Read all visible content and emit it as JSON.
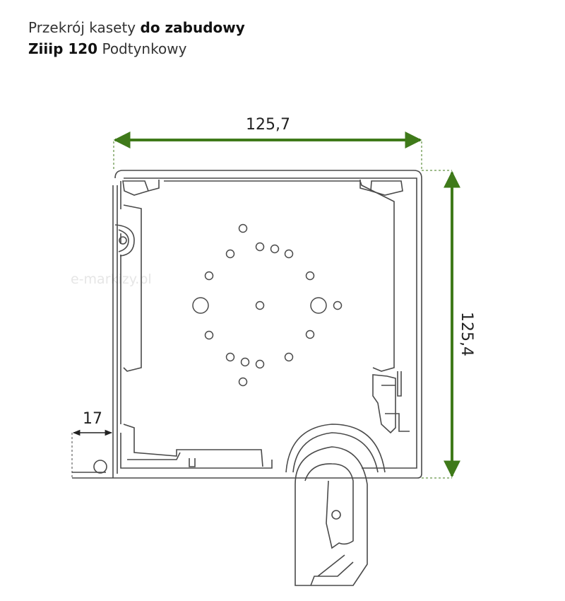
{
  "title": {
    "line1_regular": "Przekrój kasety ",
    "line1_bold": "do zabudowy",
    "line2_bold": "Ziiip 120",
    "line2_regular": " Podtynkowy"
  },
  "dimensions": {
    "width": "125,7",
    "height": "125,4",
    "offset": "17"
  },
  "watermark": "e-markizy.pl",
  "colors": {
    "dimension_arrow": "#3f7a1a",
    "outline": "#4a4a4a",
    "guide": "#3f7a1a"
  }
}
